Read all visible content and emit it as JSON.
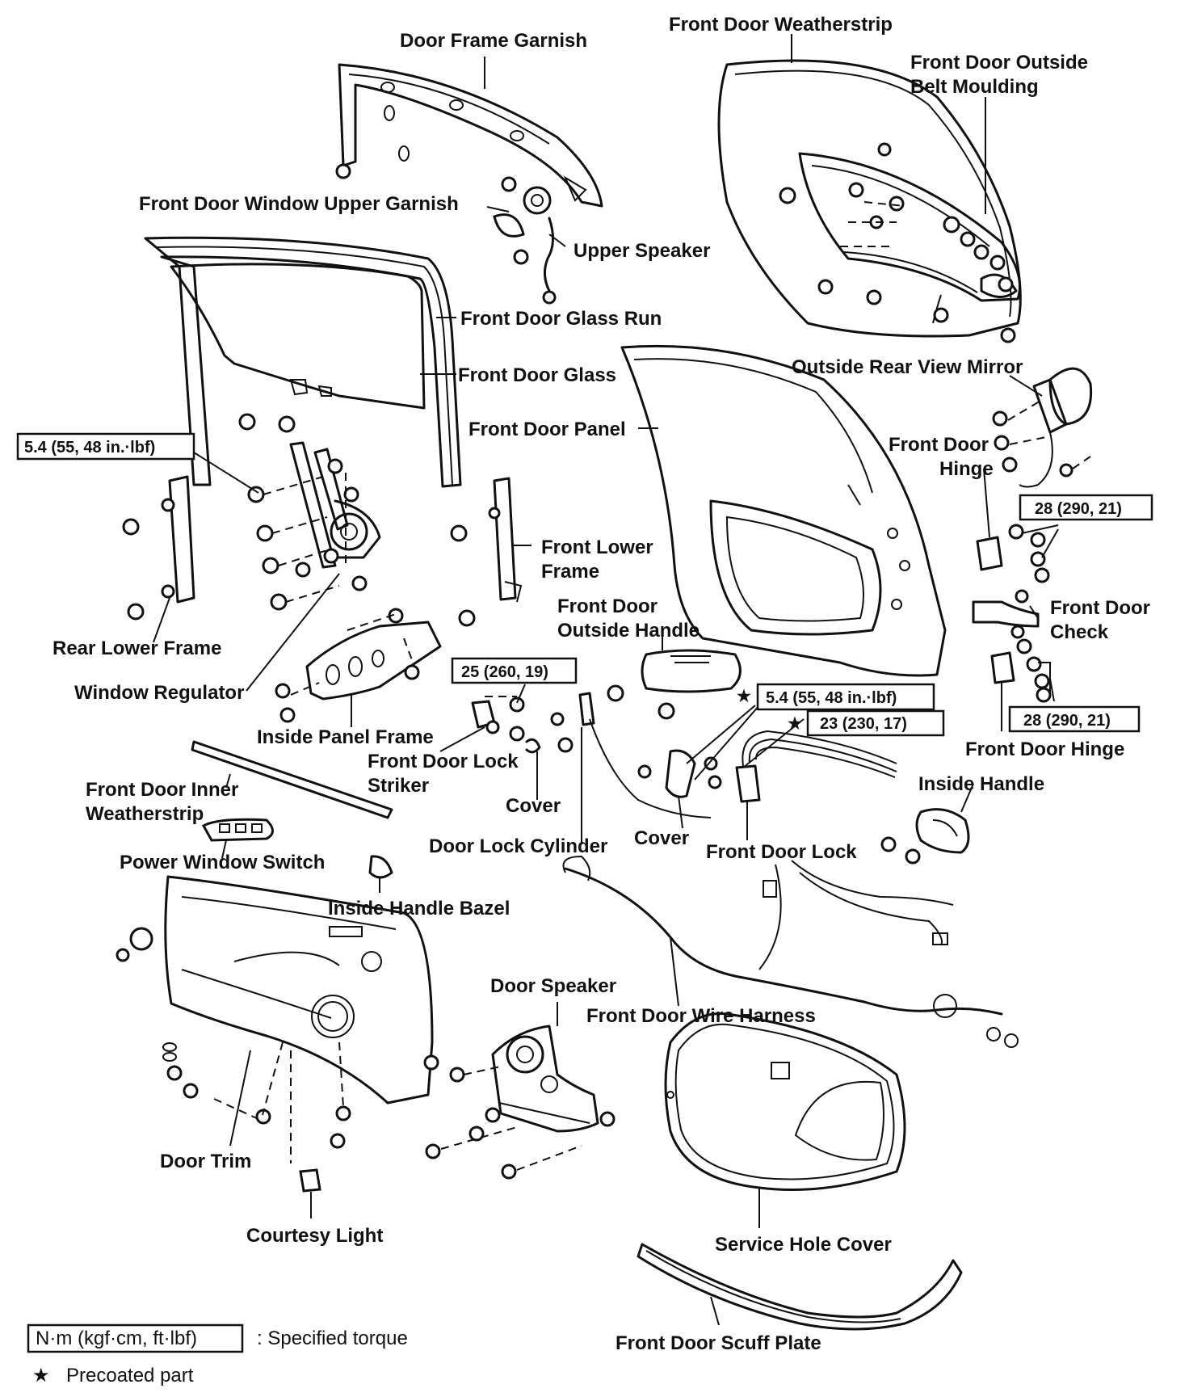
{
  "labels": {
    "door_frame_garnish": "Door Frame Garnish",
    "front_door_weatherstrip": "Front Door Weatherstrip",
    "front_door_outside_belt_moulding_1": "Front Door Outside",
    "front_door_outside_belt_moulding_2": "Belt Moulding",
    "front_door_window_upper_garnish": "Front Door Window Upper Garnish",
    "upper_speaker": "Upper Speaker",
    "front_door_glass_run": "Front Door Glass Run",
    "front_door_glass": "Front Door Glass",
    "outside_rear_view_mirror": "Outside Rear View Mirror",
    "front_door_panel": "Front Door Panel",
    "front_door_hinge_upper_1": "Front Door",
    "front_door_hinge_upper_2": "Hinge",
    "front_lower_frame_1": "Front Lower",
    "front_lower_frame_2": "Frame",
    "front_door_check_1": "Front Door",
    "front_door_check_2": "Check",
    "front_door_outside_handle_1": "Front Door",
    "front_door_outside_handle_2": "Outside Handle",
    "rear_lower_frame": "Rear Lower Frame",
    "window_regulator": "Window Regulator",
    "inside_panel_frame": "Inside Panel Frame",
    "front_door_lock_striker_1": "Front Door Lock",
    "front_door_lock_striker_2": "Striker",
    "front_door_hinge_lower": "Front Door Hinge",
    "inside_handle": "Inside Handle",
    "front_door_inner_weatherstrip_1": "Front Door Inner",
    "front_door_inner_weatherstrip_2": "Weatherstrip",
    "cover_1": "Cover",
    "cover_2": "Cover",
    "door_lock_cylinder": "Door Lock Cylinder",
    "front_door_lock": "Front Door Lock",
    "power_window_switch": "Power Window Switch",
    "inside_handle_bazel": "Inside Handle Bazel",
    "door_speaker": "Door Speaker",
    "front_door_wire_harness": "Front Door Wire Harness",
    "door_trim": "Door Trim",
    "courtesy_light": "Courtesy Light",
    "service_hole_cover": "Service Hole Cover",
    "front_door_scuff_plate": "Front Door Scuff Plate"
  },
  "torques": {
    "regulator": "5.4 (55, 48 in.·lbf)",
    "hinge_upper": "28 (290, 21)",
    "striker": "25 (260, 19)",
    "lock": "5.4 (55, 48 in.·lbf)",
    "lock_precoated": "23 (230, 17)",
    "hinge_lower": "28 (290, 21)"
  },
  "legend": {
    "unit_box": "N·m (kgf·cm, ft·lbf)",
    "unit_text": ": Specified torque",
    "star": "★",
    "star_text": "Precoated part"
  }
}
